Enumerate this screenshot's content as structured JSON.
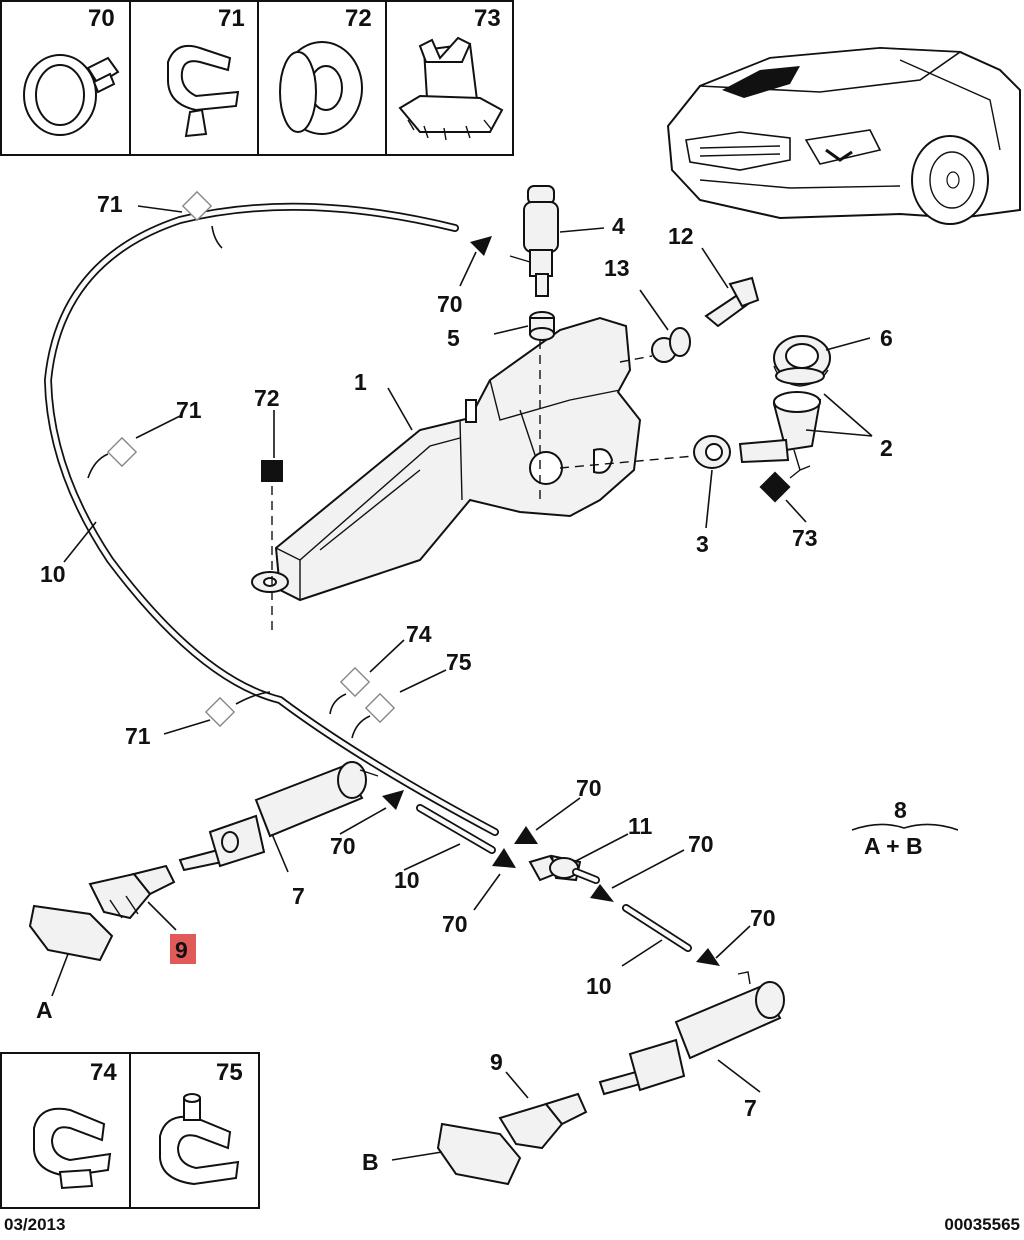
{
  "inset_top": [
    {
      "ref": "70",
      "icon": "hose-clamp-ring-icon"
    },
    {
      "ref": "71",
      "icon": "hose-clip-icon"
    },
    {
      "ref": "72",
      "icon": "grommet-icon"
    },
    {
      "ref": "73",
      "icon": "pump-seal-icon"
    }
  ],
  "inset_bottom": [
    {
      "ref": "74",
      "icon": "hose-clip-icon"
    },
    {
      "ref": "75",
      "icon": "hose-clip-with-peg-icon"
    }
  ],
  "callouts": {
    "c1": "1",
    "c2": "2",
    "c3": "3",
    "c4": "4",
    "c5": "5",
    "c6": "6",
    "c7a": "7",
    "c7b": "7",
    "c8": "8",
    "c8sub": "A + B",
    "c9a": "9",
    "c9b": "9",
    "c10a": "10",
    "c10b": "10",
    "c10c": "10",
    "c11": "11",
    "c12": "12",
    "c13": "13",
    "c70a": "70",
    "c70b": "70",
    "c70c": "70",
    "c70d": "70",
    "c70e": "70",
    "c70f": "70",
    "c71a": "71",
    "c71b": "71",
    "c71c": "71",
    "c72": "72",
    "c73": "73",
    "c74": "74",
    "c75": "75",
    "cA": "A",
    "cB": "B"
  },
  "highlight": {
    "ref": "9",
    "color": "#e05a5a"
  },
  "footer": {
    "date": "03/2013",
    "doc_number": "00035565"
  },
  "colors": {
    "line": "#111111",
    "part_fill": "#f2f2f2",
    "highlight": "#e05a5a"
  }
}
